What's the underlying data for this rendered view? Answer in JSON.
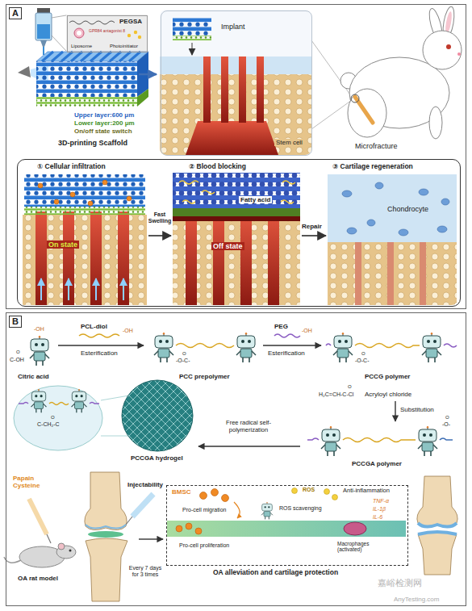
{
  "diagram": {
    "nodes": [
      {
        "text": [
          "A"
        ]
      },
      {
        "text": [
          "PEGSA",
          "GPR84 antagonist 8",
          "Liposome",
          "Photoinitiator"
        ],
        "in": 0
      },
      {
        "text": [
          "Implant",
          "Stem cell"
        ],
        "in": 0
      },
      {
        "text": [
          "① Cellular infiltration",
          "② Blood blocking",
          "③ Cartilage regeneration"
        ],
        "in": 0
      },
      {
        "text": [
          "B"
        ]
      },
      {
        "text": [
          "OA alleviation and cartilage protection"
        ],
        "in": 4
      }
    ],
    "labels": [
      "Upper layer:600 μm",
      "Lower layer:200 μm",
      "On/off state switch",
      "3D-printing Scaffold",
      "Microfracture",
      "On state",
      "Fast Swelling",
      "Fatty acid",
      "Off state",
      "Repair",
      "Chondrocyte",
      "-OH",
      "Citric acid",
      "PCL-diol",
      "-OH",
      "Esterification",
      "PCC prepolymer",
      "PEG",
      "-OH",
      "Esterification",
      "PCCG polymer",
      "Acryloyl chloride",
      "Substitution",
      "PCCGA polymer",
      "Free radical self-polymerization",
      "PCCGA hydrogel",
      "Papain Cysteine",
      "Injectability",
      "OA rat model",
      "Every 7 days for 3 times",
      "BMSC",
      "Pro-cell migration",
      "Pro-cell proliferation",
      "ROS scavenging",
      "ROS",
      "Anti-inflammation",
      "TNF-α",
      "IL-1β",
      "IL-6",
      "Macrophages (activated)",
      "嘉峪检测网",
      "AnyTesting.com",
      "O",
      "H₂C=CH-C-Cl",
      "O",
      "C-OH",
      "O",
      "-O-C-",
      "O",
      "-O-C-",
      "O",
      "-O-",
      "O",
      "C-CH₂-C"
    ]
  }
}
